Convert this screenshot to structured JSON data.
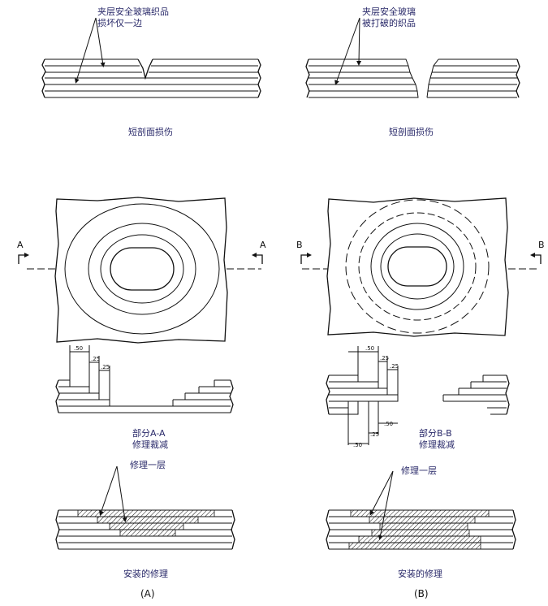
{
  "panel_a": {
    "note1_line1": "夹层安全玻璃织品",
    "note1_line2": "损坏仅一边",
    "caption1": "短剖面损伤",
    "section_marker": "A",
    "dims": [
      ".50",
      ".25",
      ".25"
    ],
    "section_title": "部分A-A",
    "section_sub": "修理裁减",
    "ply_label": "修理一层",
    "caption_install": "安装的修理",
    "panel_letter": "(A)"
  },
  "panel_b": {
    "note1_line1": "夹层安全玻璃",
    "note1_line2": "被打破的织品",
    "caption1": "短剖面损伤",
    "section_marker": "B",
    "dims": [
      ".50",
      ".25",
      ".25",
      ".50",
      ".25",
      ".50"
    ],
    "section_title": "部分B-B",
    "section_sub": "修理裁减",
    "ply_label": "修理一层",
    "caption_install": "安装的修理",
    "panel_letter": "(B)"
  }
}
